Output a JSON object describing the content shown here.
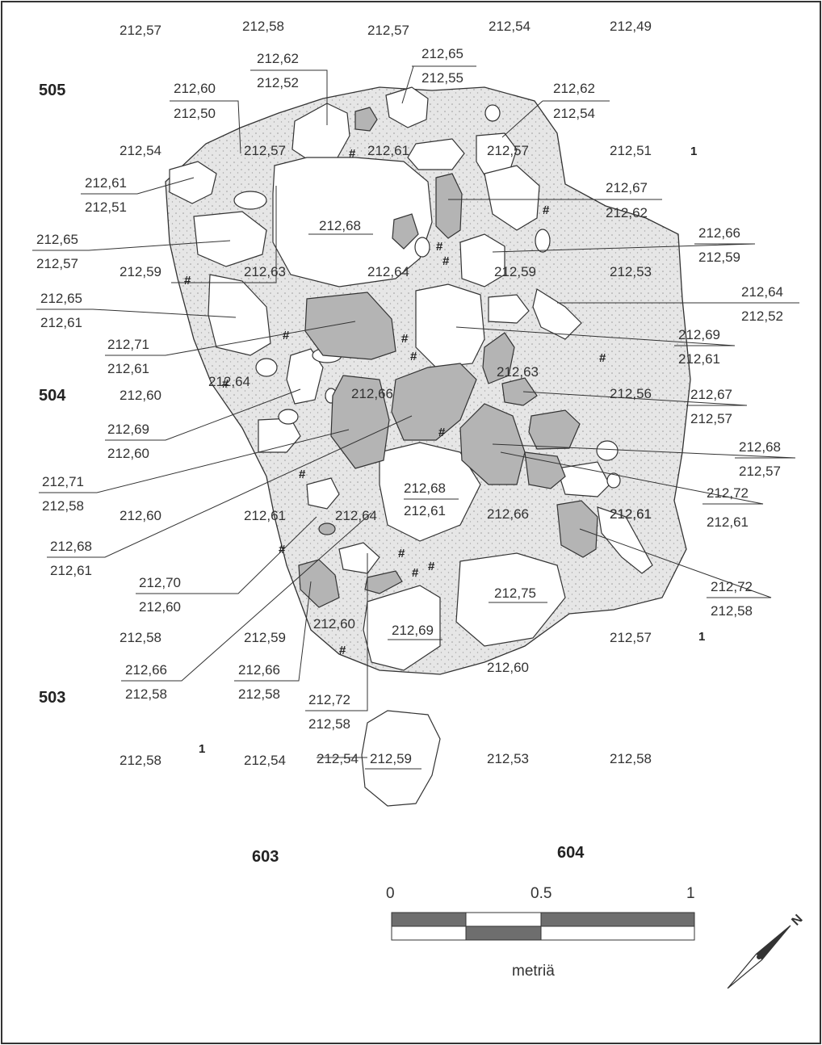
{
  "squares": [
    "505",
    "504",
    "503",
    "603",
    "604"
  ],
  "grid_elevations": [
    "212,57",
    "212,58",
    "212,57",
    "212,54",
    "212,49",
    "212,54",
    "212,51",
    "212,59",
    "212,53",
    "212,60",
    "212,56",
    "212,60",
    "212,61",
    "212,58",
    "212,59",
    "212,57",
    "212,58",
    "212,54",
    "212,54",
    "212,53",
    "212,58"
  ],
  "inner_elevations": [
    "212,57",
    "212,61",
    "212,57",
    "212,68",
    "212,63",
    "212,64",
    "212,59",
    "212,63",
    "212,64",
    "212,66",
    "212,68",
    "212,61",
    "212,61",
    "212,64",
    "212,66",
    "212,61",
    "212,75",
    "212,60",
    "212,69",
    "212,60",
    "212,59"
  ],
  "leader_labels": [
    {
      "top": "212,62",
      "bottom": "212,52"
    },
    {
      "top": "212,65",
      "bottom": "212,55"
    },
    {
      "top": "212,60",
      "bottom": "212,50"
    },
    {
      "top": "212,62",
      "bottom": "212,54"
    },
    {
      "top": "212,61",
      "bottom": "212,51"
    },
    {
      "top": "212,67",
      "bottom": "212,62"
    },
    {
      "top": "212,65",
      "bottom": "212,57"
    },
    {
      "top": "212,66",
      "bottom": "212,59"
    },
    {
      "top": "212,65",
      "bottom": "212,61"
    },
    {
      "top": "212,64",
      "bottom": "212,52"
    },
    {
      "top": "212,71",
      "bottom": "212,61"
    },
    {
      "top": "212,69",
      "bottom": "212,61"
    },
    {
      "top": "212,67",
      "bottom": "212,57"
    },
    {
      "top": "212,69",
      "bottom": "212,60"
    },
    {
      "top": "212,68",
      "bottom": "212,57"
    },
    {
      "top": "212,71",
      "bottom": "212,58"
    },
    {
      "top": "212,72",
      "bottom": "212,61"
    },
    {
      "top": "212,68",
      "bottom": "212,61"
    },
    {
      "top": "212,70",
      "bottom": "212,60"
    },
    {
      "top": "212,72",
      "bottom": "212,58"
    },
    {
      "top": "212,66",
      "bottom": "212,58"
    },
    {
      "top": "212,66",
      "bottom": "212,58"
    },
    {
      "top": "212,72",
      "bottom": "212,58"
    }
  ],
  "markers": [
    "1",
    "1",
    "1"
  ],
  "hash_symbol": "#",
  "scale": {
    "ticks": [
      "0",
      "0.5",
      "1"
    ],
    "unit": "metriä"
  },
  "north": {
    "label": "N"
  },
  "colors": {
    "hearth_fill": "#e6e6e6",
    "burnt_stone": "#b4b4b4",
    "outline": "#333333",
    "scale_dark": "#6e6e6e"
  }
}
